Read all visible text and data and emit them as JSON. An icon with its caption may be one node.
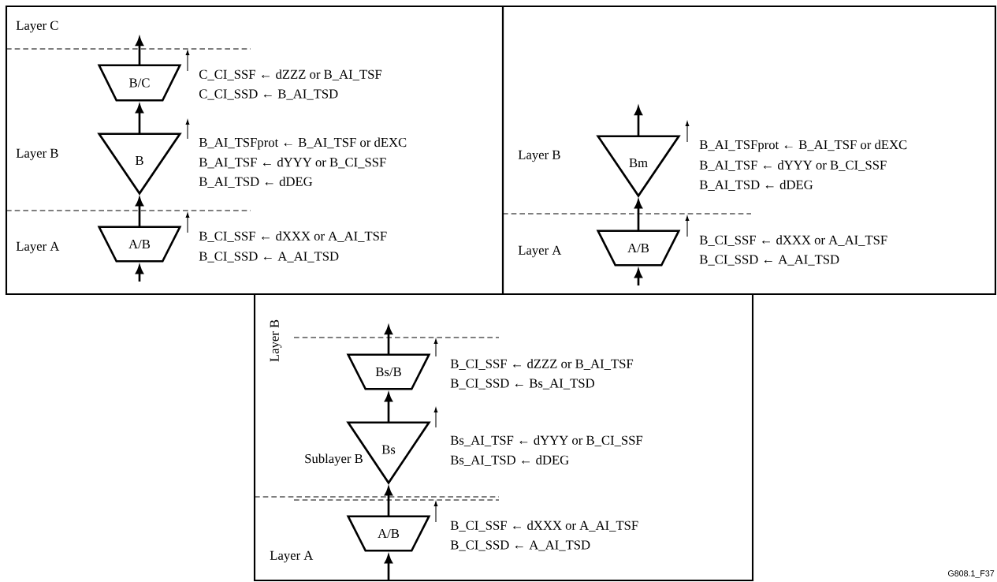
{
  "diagram": {
    "nodes": [
      {
        "text": [],
        "shape": "box"
      },
      {
        "text": [
          "B/C"
        ],
        "in": 0,
        "beside": [
          "C_CI_SSF ← dZZZ or B_AI_TSF",
          "C_CI_SSD ← B_AI_TSD"
        ]
      },
      {
        "text": [
          "B"
        ],
        "in": 0,
        "beside": [
          "B_AI_TSFprot ← B_AI_TSF or dEXC",
          "B_AI_TSF ← dYYY or B_CI_SSF",
          "B_AI_TSD ← dDEG"
        ]
      },
      {
        "text": [
          "A/B"
        ],
        "in": 0,
        "beside": [
          "B_CI_SSF ← dXXX or A_AI_TSF",
          "B_CI_SSD ← A_AI_TSD"
        ]
      },
      {
        "text": [],
        "shape": "box"
      },
      {
        "text": [
          "Bm"
        ],
        "in": 4,
        "beside": [
          "B_AI_TSFprot ← B_AI_TSF or dEXC",
          "B_AI_TSF ← dYYY or B_CI_SSF",
          "B_AI_TSD ← dDEG"
        ]
      },
      {
        "text": [
          "A/B"
        ],
        "in": 4,
        "beside": [
          "B_CI_SSF ← dXXX or A_AI_TSF",
          "B_CI_SSD ← A_AI_TSD"
        ]
      },
      {
        "text": [],
        "shape": "box"
      },
      {
        "text": [
          "Bs/B"
        ],
        "in": 7,
        "beside": [
          "B_CI_SSF ← dZZZ or B_AI_TSF",
          "B_CI_SSD ← Bs_AI_TSD"
        ]
      },
      {
        "text": [
          "Bs"
        ],
        "in": 7,
        "beside": [
          "Bs_AI_TSF ← dYYY or B_CI_SSF",
          "Bs_AI_TSD ← dDEG"
        ]
      },
      {
        "text": [
          "A/B"
        ],
        "in": 7,
        "beside": [
          "B_CI_SSF ← dXXX or A_AI_TSF",
          "B_CI_SSD ← A_AI_TSD"
        ]
      }
    ],
    "edges": [
      {
        "from": 1,
        "to": null,
        "arrow": "to"
      },
      {
        "from": 2,
        "to": 1,
        "arrow": "to"
      },
      {
        "from": 3,
        "to": 2,
        "arrow": "to"
      },
      {
        "from": null,
        "to": 3,
        "arrow": "to"
      },
      {
        "from": 5,
        "to": null,
        "arrow": "to"
      },
      {
        "from": 6,
        "to": 5,
        "arrow": "to"
      },
      {
        "from": null,
        "to": 6,
        "arrow": "to"
      },
      {
        "from": 8,
        "to": null,
        "arrow": "to"
      },
      {
        "from": 9,
        "to": 8,
        "arrow": "to"
      },
      {
        "from": 10,
        "to": 9,
        "arrow": "to"
      },
      {
        "from": null,
        "to": 10,
        "arrow": "to"
      }
    ],
    "labels": [
      "Layer C",
      "Layer B",
      "Layer A",
      "Layer B",
      "Layer A",
      "Layer B",
      "Sublayer B",
      "Layer A",
      "G808.1_F37"
    ]
  }
}
